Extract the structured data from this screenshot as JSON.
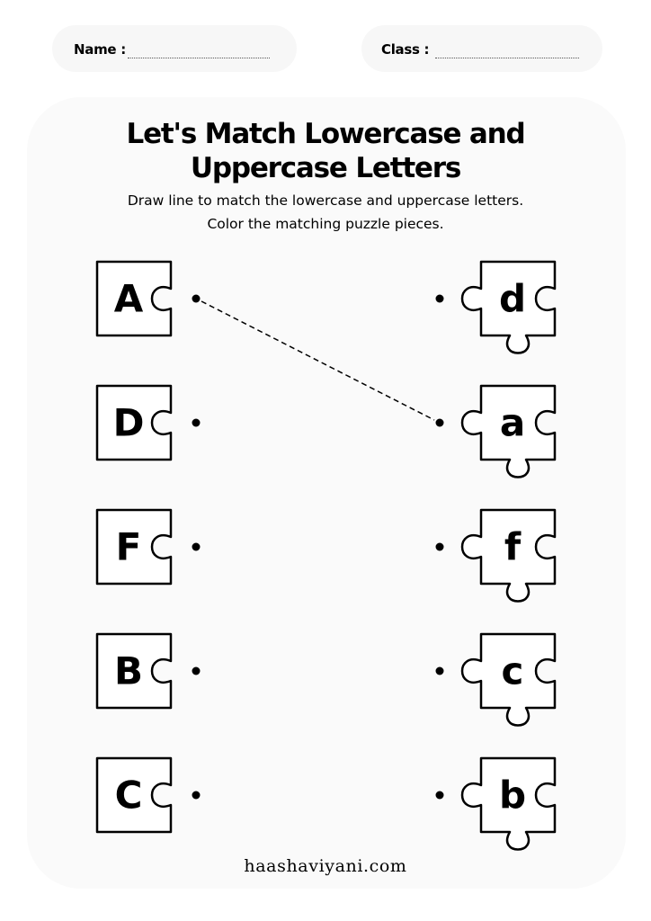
{
  "header": {
    "name_label": "Name :",
    "class_label": "Class :"
  },
  "title": {
    "line1": "Let's Match Lowercase and",
    "line2": "Uppercase Letters"
  },
  "instructions": {
    "line1": "Draw line to match the lowercase and uppercase letters.",
    "line2": "Color the matching puzzle pieces."
  },
  "left_pieces": [
    "A",
    "D",
    "F",
    "B",
    "C"
  ],
  "right_pieces": [
    "d",
    "a",
    "f",
    "c",
    "b"
  ],
  "example_match": {
    "from_row": 0,
    "to_row": 1
  },
  "footer": {
    "website": "haashaviyani.com"
  }
}
